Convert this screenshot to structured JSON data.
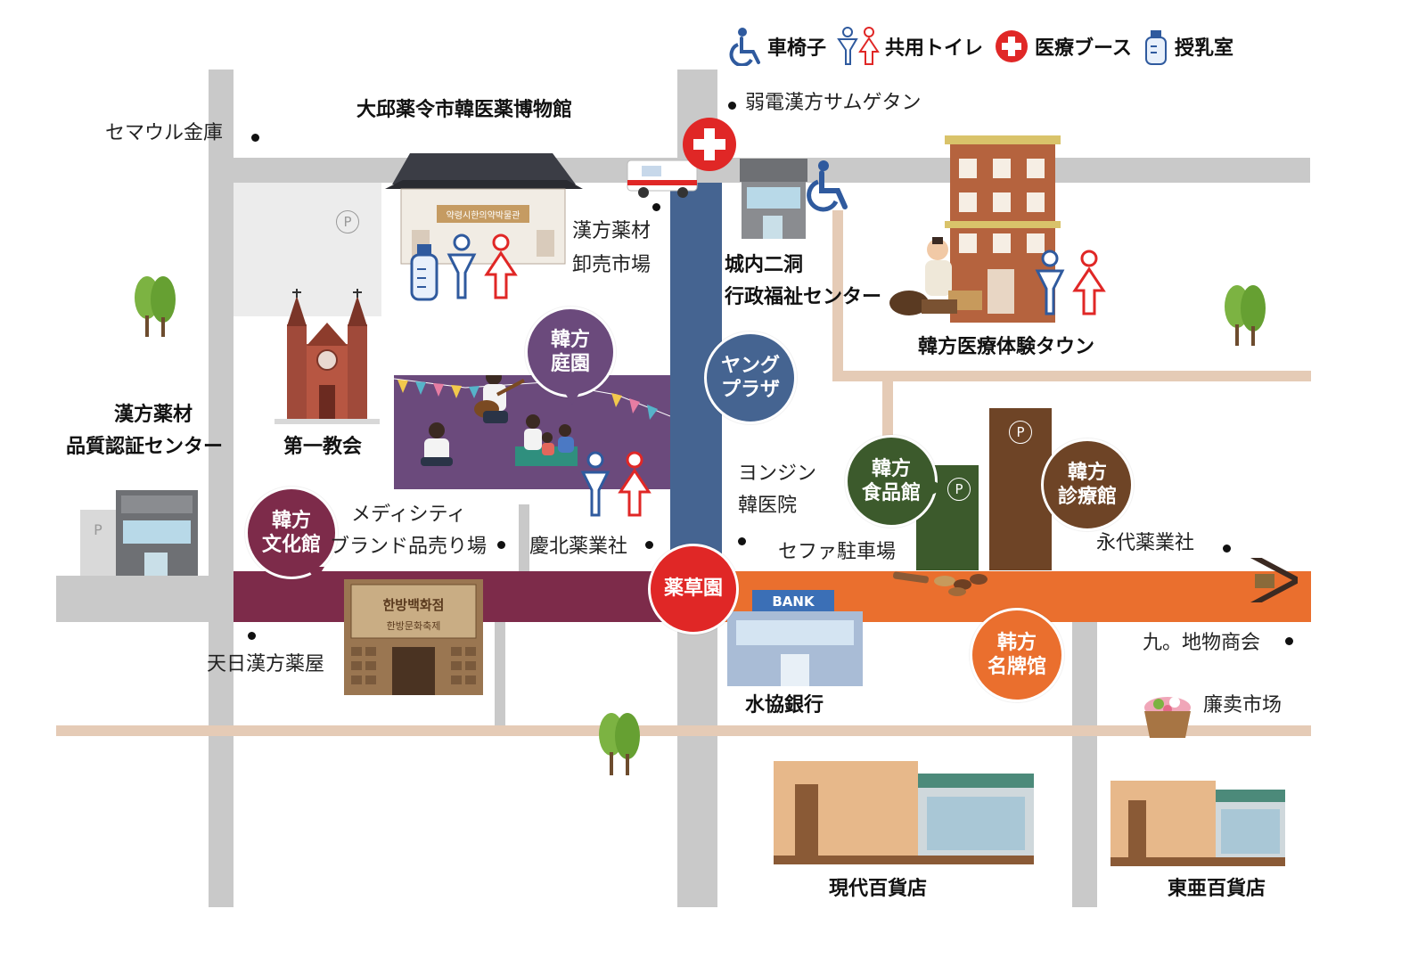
{
  "legend": {
    "wheelchair": "車椅子",
    "toilet": "共用トイレ",
    "medical": "医療ブース",
    "nursing": "授乳室"
  },
  "colors": {
    "gray_road": "#c9c9c9",
    "beige_road": "#e5cbb6",
    "blue_road": "#456491",
    "maroon_road": "#7d2b4a",
    "orange_road": "#ea6f2e",
    "garden_purple": "#6b4a7c",
    "food_green": "#3c5a2c",
    "clinic_brown": "#6e4426",
    "medical_red": "#e02726",
    "toilet_blue": "#2f5a9e",
    "toilet_red": "#e02726"
  },
  "bubbles": {
    "garden": [
      "韓方",
      "庭園"
    ],
    "young_plaza": [
      "ヤング",
      "プラザ"
    ],
    "culture": [
      "韓方",
      "文化館"
    ],
    "food": [
      "韓方",
      "食品館"
    ],
    "clinic": [
      "韓方",
      "診療館"
    ],
    "herb_garden": "薬草園",
    "brand": [
      "韩方",
      "名牌馆"
    ]
  },
  "places": {
    "semaul": "セマウル金庫",
    "museum": "大邱薬令市韓医薬博物館",
    "museum_sign": "약령시한의약박물관",
    "samgyetang": "弱電漢方サムゲタン",
    "wholesale": [
      "漢方薬材",
      "卸売市場"
    ],
    "office": [
      "城内二洞",
      "行政福祉センター"
    ],
    "experience_town": "韓方医療体験タウン",
    "church": "第一教会",
    "quality_center": [
      "漢方薬材",
      "品質認証センター"
    ],
    "medicity": [
      "メディシティ",
      "ブランド品売り場"
    ],
    "gyeongbuk": "慶北薬業社",
    "yongjin": [
      "ヨンジン",
      "韓医院"
    ],
    "sefa": "セファ駐車場",
    "yongdae": "永代薬業社",
    "cheonil": "天日漢方薬屋",
    "gu_mulsang": "九。地物商会",
    "suhyup": "水協銀行",
    "bank_sign": "BANK",
    "rice_cake": "廉卖市场",
    "hyundai": "現代百貨店",
    "donga": "東亜百貨店",
    "festival_sign_top": "한방백화점",
    "festival_sign_bottom": "한방문화축제",
    "parking": "P"
  }
}
